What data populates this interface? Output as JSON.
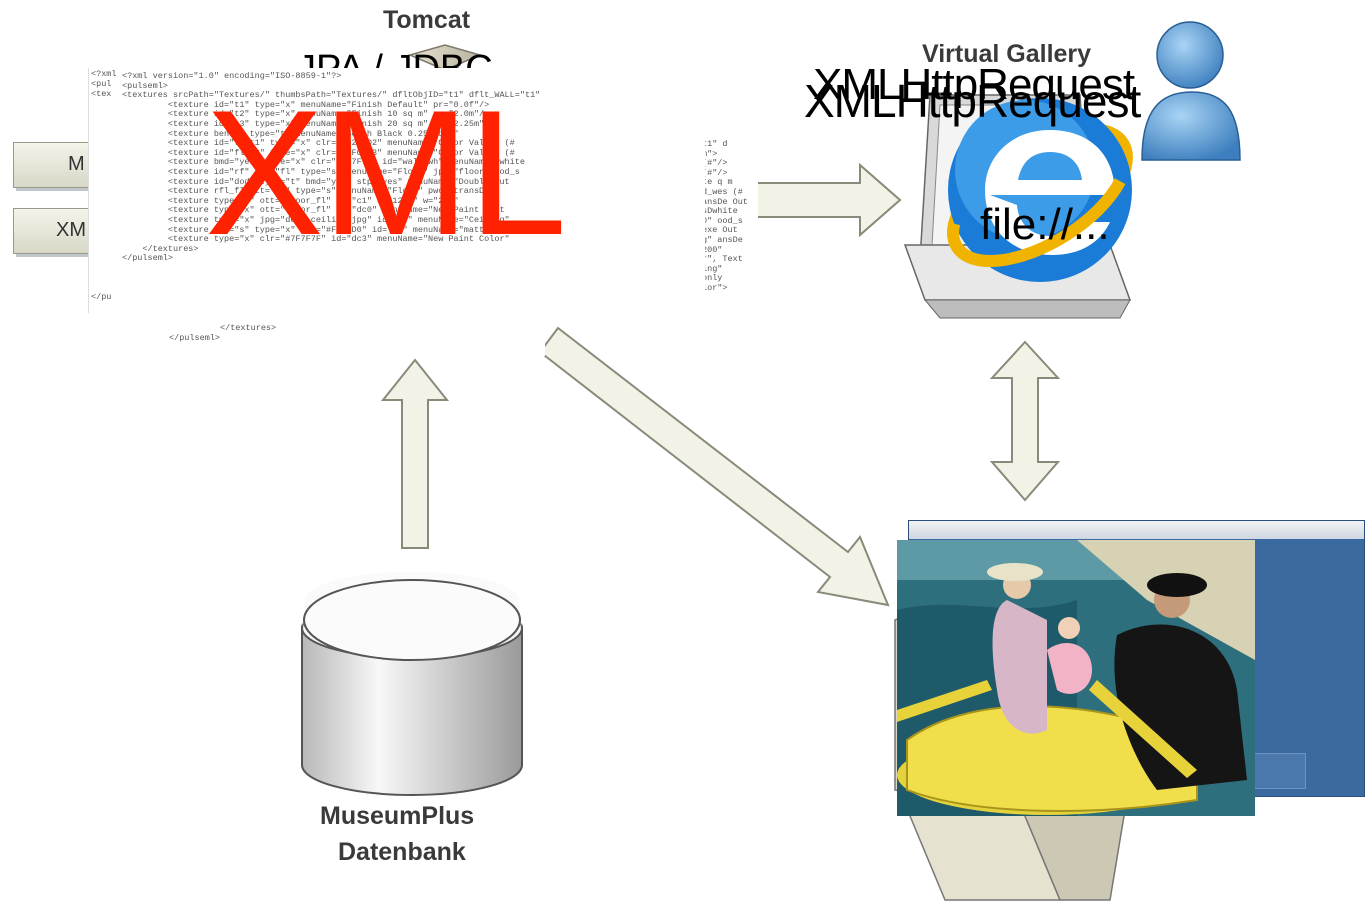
{
  "labels": {
    "server": "Tomcat",
    "gallery": "Virtual Gallery",
    "database_line1": "MuseumPlus",
    "database_line2": "Datenbank",
    "jpa": "JPA / JDBC",
    "xml_overlay": "XML",
    "xhr_1": "XMLHttpRequest",
    "xhr_2": "XMLHttpRequest",
    "file_url": "file://..."
  },
  "boxes": [
    {
      "label": "M"
    },
    {
      "label": "XM"
    }
  ],
  "code_main": [
    "<?xml version=\"1.0\" encoding=\"ISO-8859-1\"?>",
    "<pulseml>",
    "<textures srcPath=\"Textures/\" thumbsPath=\"Textures/\" dfltObjID=\"t1\" dflt_WALL=\"t1\"",
    "         <texture id=\"t1\" type=\"x\" menuName=\"Finish Default\" pr=\"0.0f\"/>",
    "         <texture id=\"t2\" type=\"x\" menuName=\"Finish 10 sq m\" pr=\"2.0m\"/>",
    "         <texture id=\"t3\" type=\"x\" menuName=\"Finish 20 sq m\" pr=\"2.25m\"/>",
    "         <texture bench_ type=\"t\" menuName=\"Bench Black 0.25 sq m\"",
    "         <texture id=\"flat1\" type=\"x\" clr=\"#D2D2D2\" menuName=\"Color Values (#",
    "         <texture id=\"flat2\" type=\"x\" clr=\"#CFCDC3\" menuName=\"Color Values (#",
    "         <texture bmd=\"yes\" type=\"x\" clr=\"#7F7F7F\" id=\"wall_wh\" menuName=\"white",
    "         <texture id=\"rf\" ott=\"fl\" type=\"s\" menuName=\"Floor\" jpg=\"floor_wood_s",
    "         <texture id=\"dod\" type=\"t\" bmd=\"yes\" stp=\"yes\" menuName=\"Double Out",
    "         <texture rfl_fl ott=\"fl\" type=\"s\" menuName=\"Floor\" pwc=\"transDe",
    "         <texture type=\"x\" ott=\"floor_fl\" id=\"c1\" d=\"1200\" w=\"200\"",
    "         <texture type=\"x\" ott=\"floor_fl\" id=\"dc0\" menuName=\"New Paint Text",
    "         <texture type=\"x\" jpg=\"demo_ceiling.jpg\" id=\"c0\" menuName=\"Ceiling\"",
    "         <texture ott=\"s\" type=\"x\" clr=\"#F0F0D0\" id=\"bo\" menuName=\"matte only",
    "         <texture type=\"x\" clr=\"#7F7F7F\" id=\"dc3\" menuName=\"New Paint Color\"",
    "    </textures>",
    "</pulseml>"
  ],
  "code_behind_lines": [
    "<?xml",
    "<pul",
    "<tex"
  ],
  "code_behind_end": "</pu",
  "code_right": [
    "t1\" d",
    "m\">",
    "(#\"/>",
    "(#\"/>",
    "te q m",
    "d_wes (#",
    "ansDe Out",
    "sDwhite",
    "0\" ood_s",
    "exe Out",
    "g\" ansDe",
    "200\"",
    "r\", Text",
    "ing\"",
    "only",
    "lor\">"
  ],
  "code_bottom": [
    "          </textures>",
    "</pulseml>"
  ],
  "colors": {
    "xml_overlay": "#ff2200",
    "arrow_fill": "#f2f2e6",
    "arrow_stroke": "#8a8a7a",
    "ie_blue": "#1a7cd6",
    "ie_ring": "#f0b400",
    "window_blue": "#3a6aa0"
  },
  "icons": [
    "server-icon",
    "user-icon",
    "internet-explorer-icon",
    "computer-icon",
    "database-icon",
    "painting-image"
  ]
}
